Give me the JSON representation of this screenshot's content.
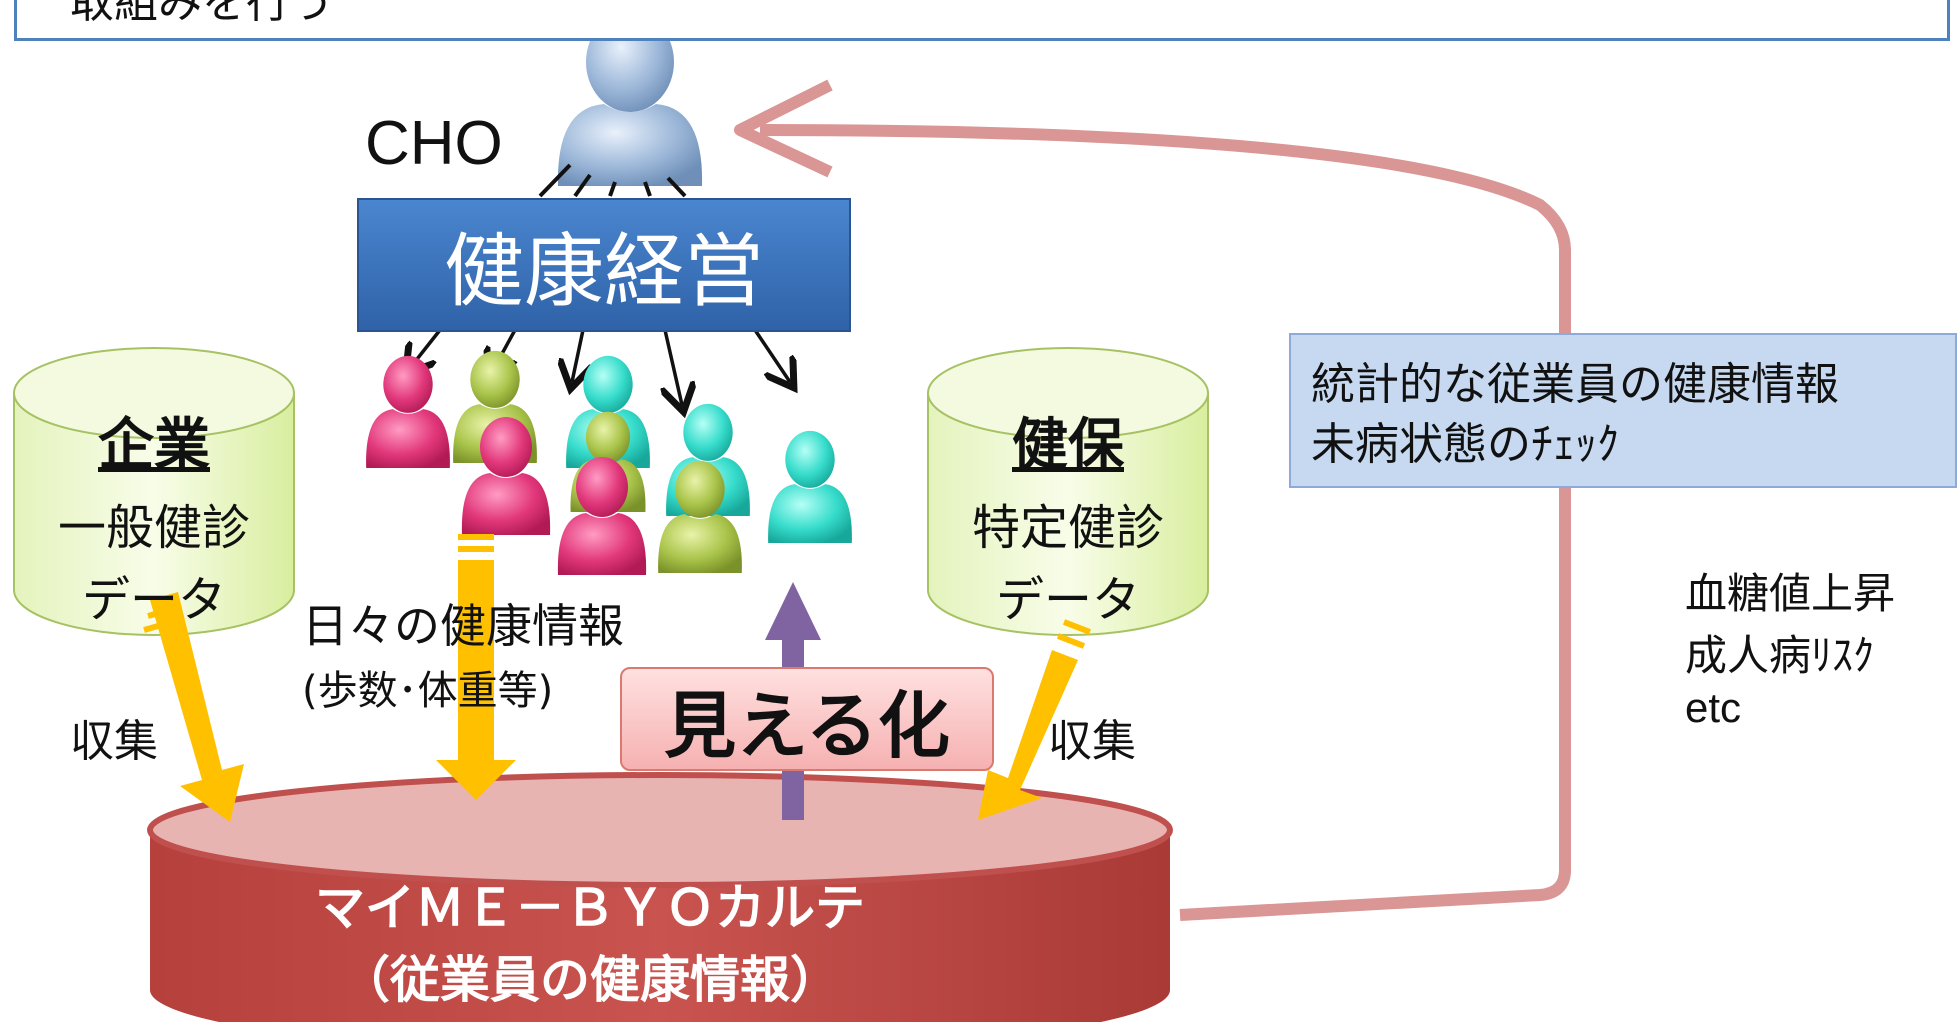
{
  "top_banner": {
    "text": "取組みを行う"
  },
  "cho_label": "CHO",
  "health_management": "健康経営",
  "left_cylinder": {
    "title": "企業",
    "line1": "一般健診",
    "line2": "データ"
  },
  "right_cylinder": {
    "title": "健保",
    "line1": "特定健診",
    "line2": "データ"
  },
  "daily_info": {
    "line1": "日々の健康情報",
    "line2": "(歩数･体重等)"
  },
  "collect_left": "収集",
  "collect_right": "収集",
  "visualize": "見える化",
  "database": {
    "line1": "マイＭＥ－ＢＹＯカルテ",
    "line2": "（従業員の健康情報）"
  },
  "stats_box": {
    "line1": "統計的な従業員の健康情報",
    "line2": "未病状態のﾁｪｯｸ"
  },
  "risk_list": [
    "血糖値上昇",
    "成人病ﾘｽｸ",
    "etc"
  ],
  "icons": {
    "cho": "person-icon",
    "employees": "employee-person-icon",
    "data_store": "database-cylinder-icon"
  },
  "colors": {
    "header_blue": "#2f62a8",
    "db_red": "#c0504d",
    "loop_pink": "#d99694",
    "arrow_orange": "#ffc000",
    "arrow_purple": "#8064a2",
    "person_pink": "#e2387b",
    "person_olive": "#9fb83a",
    "person_teal": "#2fd9c9"
  }
}
